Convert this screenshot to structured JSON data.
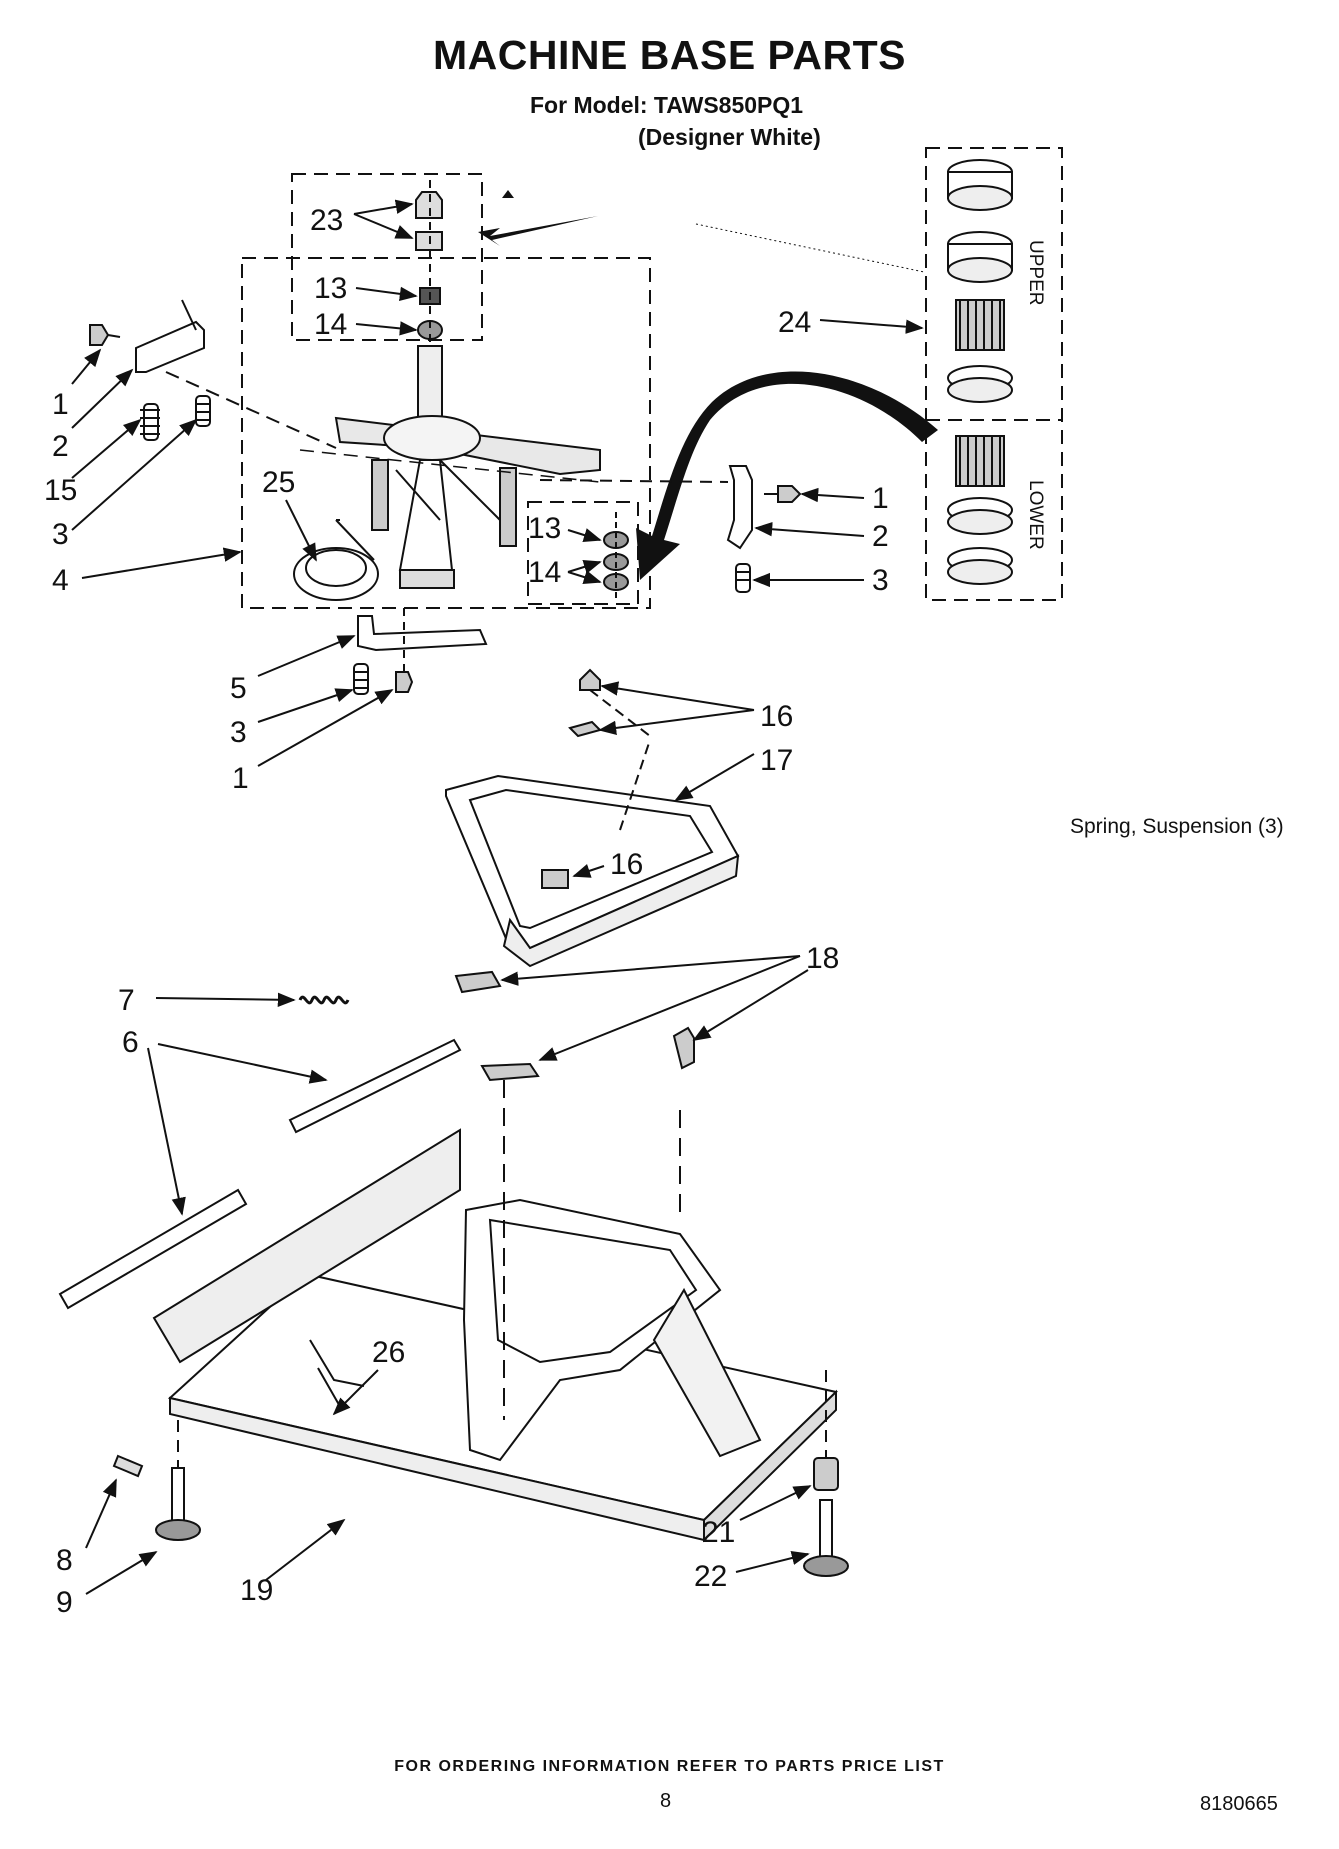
{
  "header": {
    "title": "MACHINE BASE PARTS",
    "model_line": "For Model: TAWS850PQ1",
    "variant": "(Designer White)"
  },
  "notes": {
    "spring": "Spring, Suspension (3)"
  },
  "kit_box": {
    "upper_label": "UPPER",
    "lower_label": "LOWER"
  },
  "callouts": {
    "c1a": "1",
    "c2a": "2",
    "c15": "15",
    "c3a": "3",
    "c4": "4",
    "c23": "23",
    "c13a": "13",
    "c14a": "14",
    "c25": "25",
    "c13b": "13",
    "c14b": "14",
    "c24": "24",
    "c1b": "1",
    "c2b": "2",
    "c3b": "3",
    "c5": "5",
    "c3c": "3",
    "c1c": "1",
    "c16a": "16",
    "c17": "17",
    "c16b": "16",
    "c18": "18",
    "c7": "7",
    "c6": "6",
    "c26": "26",
    "c8": "8",
    "c9": "9",
    "c19": "19",
    "c21": "21",
    "c22": "22"
  },
  "footer": {
    "ordering": "FOR ORDERING INFORMATION REFER TO PARTS PRICE LIST",
    "page": "8",
    "doc_number": "8180665"
  }
}
